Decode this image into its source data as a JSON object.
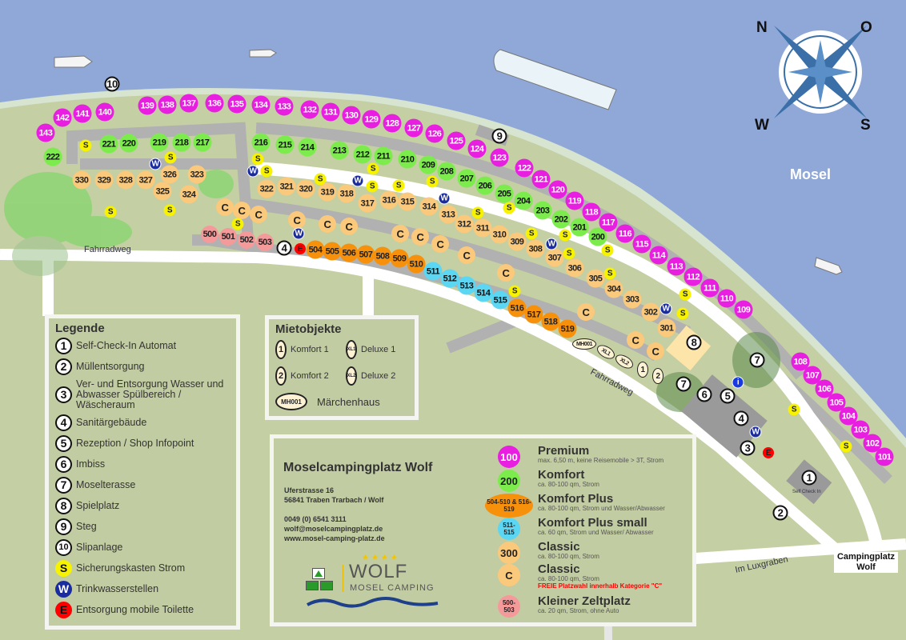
{
  "map": {
    "river_label": "Mosel",
    "compass": {
      "n": "N",
      "o": "O",
      "w": "W",
      "s": "S"
    },
    "bike_path_label": "Fahrradweg",
    "street_label": "Im Luxgraben",
    "entrance_label": "Campingplatz Wolf",
    "self_check_in_label": "Self Check In",
    "colors": {
      "water": "#8fa8d8",
      "land": "#c4cfa3",
      "premium": "#e81ee0",
      "komfort": "#7cec4c",
      "classic": "#fbc97b",
      "komfort_plus": "#f7900b",
      "komfort_plus_small": "#5bd7f3",
      "zelt": "#f59a9a"
    },
    "pitches": {
      "premium": [
        "101",
        "102",
        "103",
        "104",
        "105",
        "106",
        "107",
        "108",
        "109",
        "110",
        "111",
        "112",
        "113",
        "114",
        "115",
        "116",
        "117",
        "118",
        "119",
        "120",
        "121",
        "122",
        "123",
        "124",
        "125",
        "126",
        "127",
        "128",
        "129",
        "130",
        "131",
        "132",
        "133",
        "134",
        "135",
        "136",
        "137",
        "138",
        "139",
        "140",
        "141",
        "142",
        "143"
      ],
      "komfort": [
        "200",
        "201",
        "202",
        "203",
        "204",
        "205",
        "206",
        "207",
        "208",
        "209",
        "210",
        "211",
        "212",
        "213",
        "214",
        "215",
        "216",
        "217",
        "218",
        "219",
        "220",
        "221",
        "222"
      ],
      "classic": [
        "301",
        "302",
        "303",
        "304",
        "305",
        "306",
        "307",
        "308",
        "309",
        "310",
        "311",
        "312",
        "313",
        "314",
        "315",
        "316",
        "317",
        "318",
        "319",
        "320",
        "321",
        "322",
        "323",
        "324",
        "325",
        "326",
        "327",
        "328",
        "329",
        "330"
      ],
      "classic_c_label": "C",
      "zelt": [
        "500",
        "501",
        "502",
        "503"
      ],
      "komfort_plus": [
        "504",
        "505",
        "506",
        "507",
        "508",
        "509",
        "510",
        "516",
        "517",
        "518",
        "519"
      ],
      "komfort_plus_small": [
        "511",
        "512",
        "513",
        "514",
        "515"
      ],
      "mietobjekte": [
        "MH001",
        "XL1",
        "XL2",
        "1",
        "2"
      ]
    },
    "markers": {
      "s": "S",
      "w": "W",
      "e": "E",
      "info": "i"
    },
    "facilities": [
      "10",
      "9",
      "8",
      "7",
      "7",
      "6",
      "5",
      "4",
      "3",
      "2",
      "1",
      "4"
    ]
  },
  "legend": {
    "title": "Legende",
    "items": [
      {
        "icon": "1",
        "label": "Self-Check-In Automat"
      },
      {
        "icon": "2",
        "label": "Müllentsorgung"
      },
      {
        "icon": "3",
        "label": "Ver- und Entsorgung Wasser und Abwasser Spülbereich / Wäscheraum"
      },
      {
        "icon": "4",
        "label": "Sanitärgebäude"
      },
      {
        "icon": "5",
        "label": "Rezeption / Shop Infopoint"
      },
      {
        "icon": "6",
        "label": "Imbiss"
      },
      {
        "icon": "7",
        "label": "Moselterasse"
      },
      {
        "icon": "8",
        "label": "Spielplatz"
      },
      {
        "icon": "9",
        "label": "Steg"
      },
      {
        "icon": "10",
        "label": "Slipanlage"
      },
      {
        "icon": "S",
        "label": "Sicherungskasten Strom"
      },
      {
        "icon": "W",
        "label": "Trinkwasserstellen"
      },
      {
        "icon": "E",
        "label": "Entsorgung mobile Toilette"
      }
    ]
  },
  "rentals": {
    "title": "Mietobjekte",
    "items": [
      {
        "icon": "1",
        "label": "Komfort 1"
      },
      {
        "icon": "XL1",
        "label": "Deluxe 1"
      },
      {
        "icon": "2",
        "label": "Komfort 2"
      },
      {
        "icon": "XL2",
        "label": "Deluxe 2"
      },
      {
        "icon": "MH001",
        "label": "Märchenhaus"
      }
    ]
  },
  "info": {
    "name": "Moselcampingplatz Wolf",
    "street": "Uferstrasse 16",
    "city": "56841 Traben Trarbach / Wolf",
    "phone": "0049 (0) 6541 3111",
    "email": "wolf@moselcampingplatz.de",
    "web": "www.mosel-camping-platz.de",
    "logo": {
      "stars": "★★★★",
      "name": "WOLF",
      "sub": "MOSEL CAMPING"
    },
    "categories": [
      {
        "badge": "100",
        "name": "Premium",
        "desc": "max. 6,50 m, keine Reisemobile > 3T, Strom",
        "color": "#e81ee0"
      },
      {
        "badge": "200",
        "name": "Komfort",
        "desc": "ca. 80-100 qm, Strom",
        "color": "#7cec4c"
      },
      {
        "badge": "504-510 & 516-519",
        "name": "Komfort Plus",
        "desc": "ca. 80-100 qm, Strom und Wasser/Abwasser",
        "color": "#f7900b"
      },
      {
        "badge": "511-515",
        "name": "Komfort Plus small",
        "desc": "ca. 60 qm, Strom und Wasser/ Abwasser",
        "color": "#5bd7f3"
      },
      {
        "badge": "300",
        "name": "Classic",
        "desc": "ca. 80-100 qm, Strom",
        "color": "#fbc97b"
      },
      {
        "badge": "C",
        "name": "Classic",
        "desc": "ca. 80-100 qm, Strom",
        "note": "FREIE Platzwahl innerhalb Kategorie \"C\"",
        "color": "#fbc97b"
      },
      {
        "badge": "500-503",
        "name": "Kleiner Zeltplatz",
        "desc": "ca. 20 qm, Strom, ohne Auto",
        "color": "#f59a9a"
      }
    ]
  }
}
